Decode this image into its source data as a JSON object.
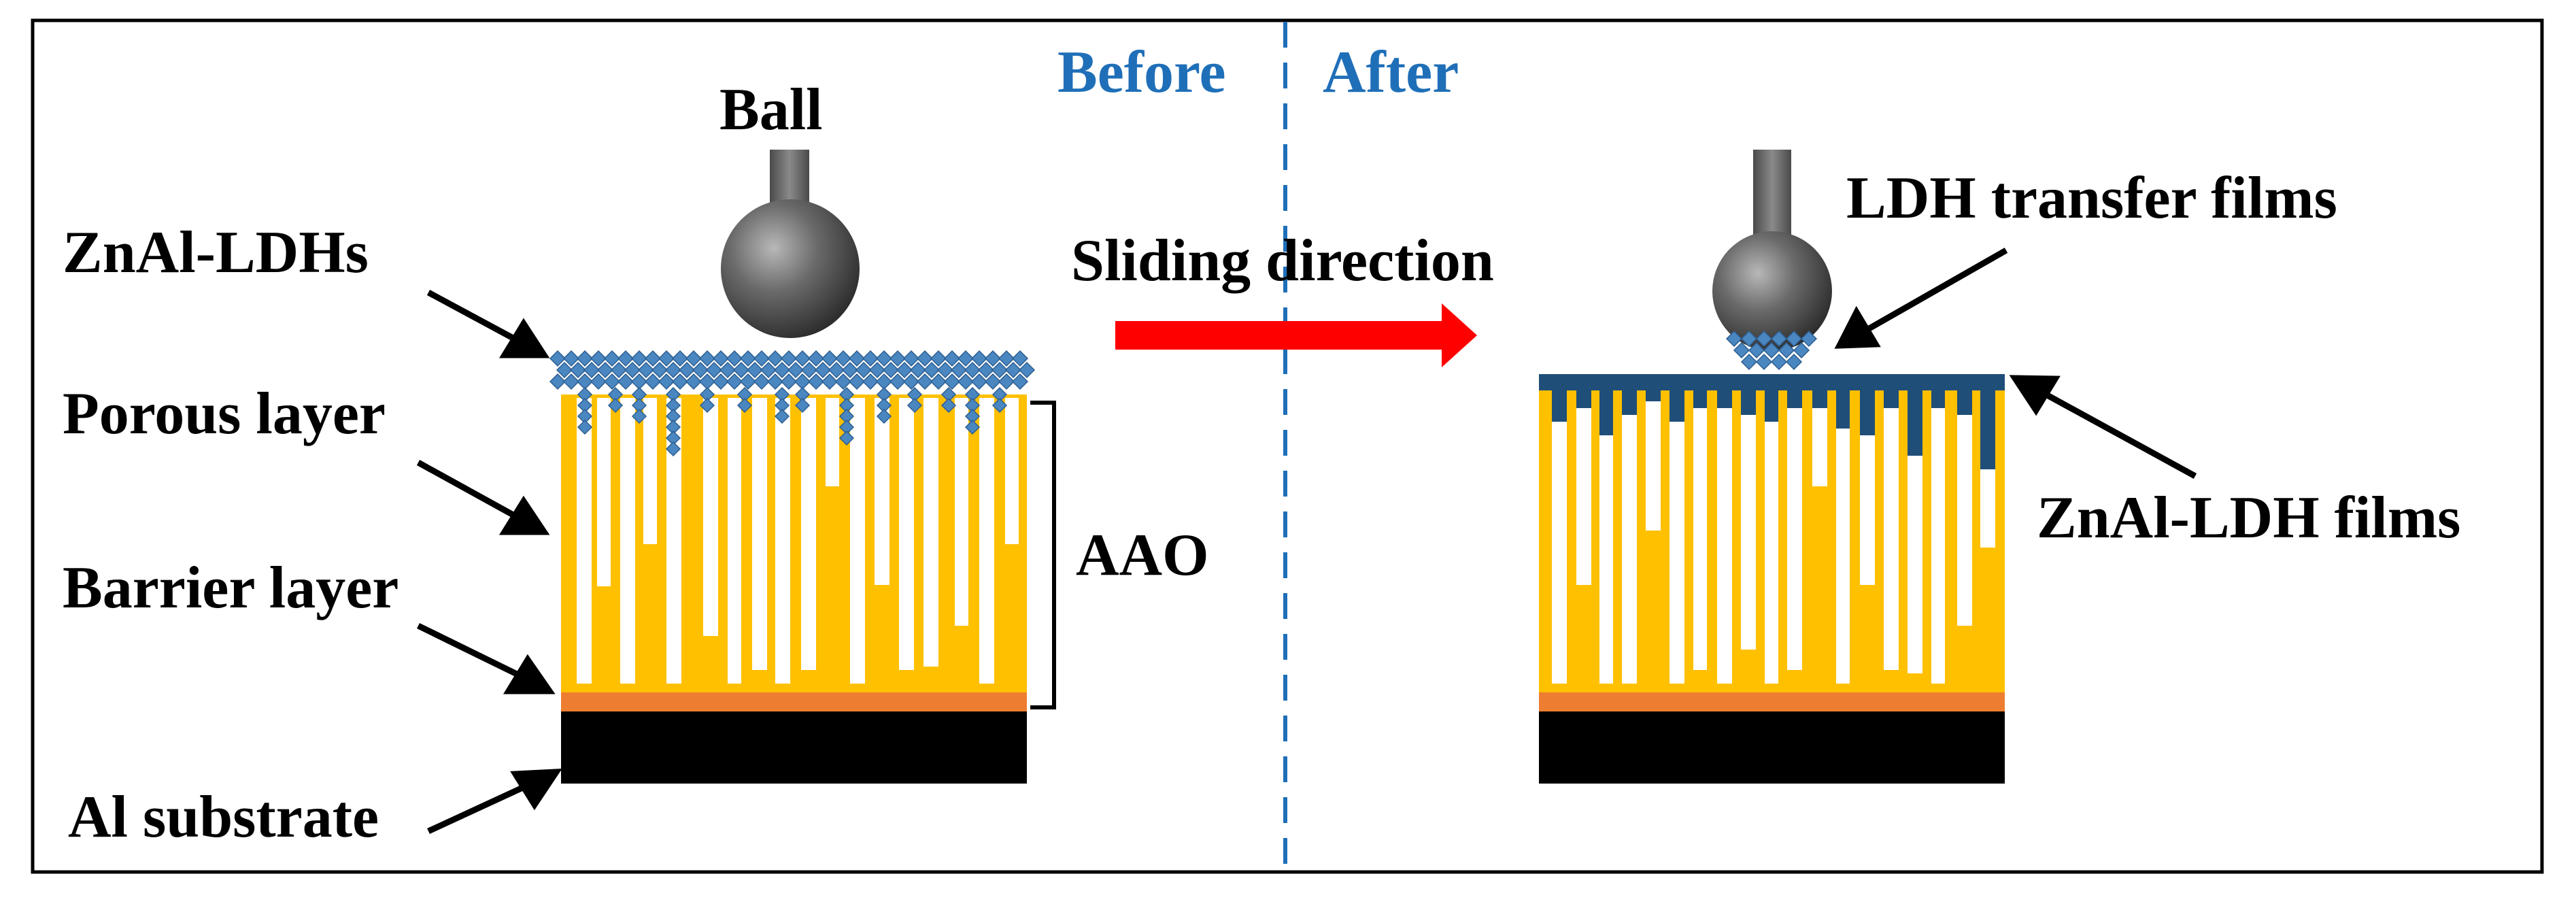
{
  "labels": {
    "before": "Before",
    "after": "After",
    "ball": "Ball",
    "znal_ldhs": "ZnAl-LDHs",
    "porous_layer": "Porous layer",
    "barrier_layer": "Barrier layer",
    "al_substrate": "Al substrate",
    "aao": "AAO",
    "sliding_direction": "Sliding direction",
    "ldh_transfer_films": "LDH transfer films",
    "znal_ldh_films": "ZnAl-LDH films"
  },
  "colors": {
    "aao_porous": "#FFC000",
    "barrier": "#ED7D31",
    "substrate": "#000000",
    "pores": "#FFFFFF",
    "ldh_crystal": "#4A86C0",
    "ldh_film": "#1F4E79",
    "arrow_sliding": "#FF0000",
    "divider": "#1F6FB8",
    "before_after_text": "#1F6FB8",
    "ball": "#5A5A5A"
  },
  "icons": {
    "ball": "steel-ball-icon",
    "sliding_arrow": "right-arrow-icon"
  }
}
